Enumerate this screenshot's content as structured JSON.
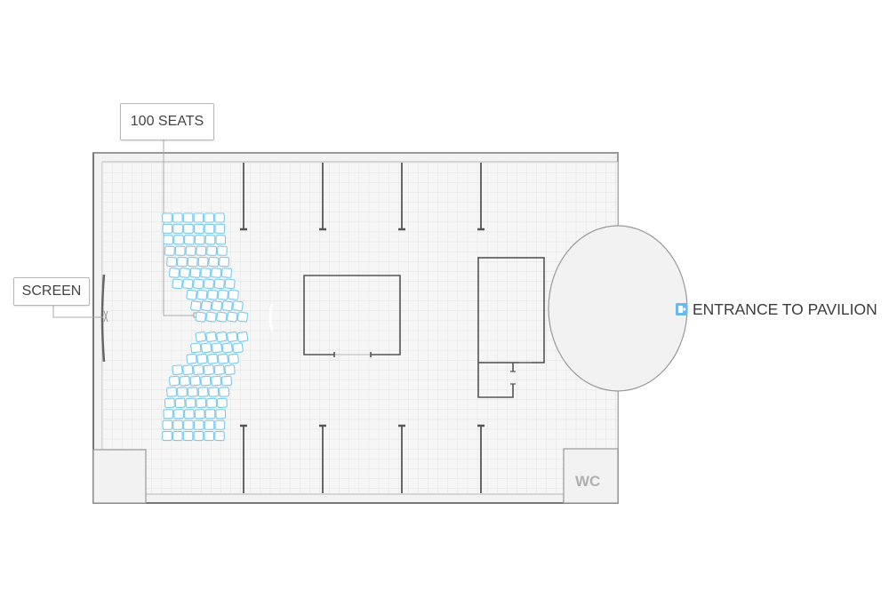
{
  "labels": {
    "seats": "100 SEATS",
    "screen": "SCREEN",
    "entrance": "ENTRANCE TO PAVILION",
    "wc": "WC"
  },
  "colors": {
    "seat_stroke": "#7cc8ec",
    "seat_fill": "#ffffff",
    "entrance_icon": "#6cb9e6",
    "wall": "#8f8f8f",
    "floor": "#f4f4f4",
    "grid": "#dcdcdc",
    "partition": "#666666"
  },
  "icons": {
    "entrance": "door-entrance-icon",
    "screen": "projection-screen-icon"
  },
  "seating": {
    "sections": 2,
    "total_seats": 100
  }
}
